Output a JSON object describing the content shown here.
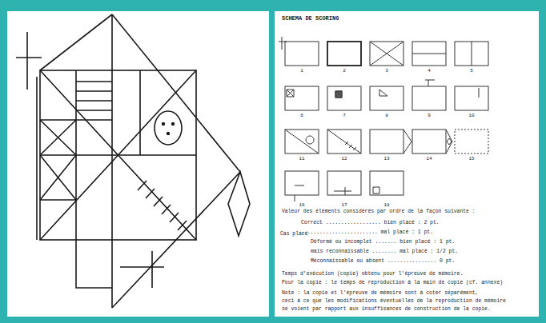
{
  "diagram": {
    "title": "SCHEMA DE SCORING",
    "labels": [
      "1",
      "2",
      "3",
      "4",
      "5",
      "6",
      "7",
      "8",
      "9",
      "10",
      "11",
      "12",
      "13",
      "14",
      "15",
      "16",
      "17",
      "18",
      "Valeur des éléments considérés par ordre de la façon suivante :",
      "Correct .................. bien placé : 2 pt.",
      "Cas placé",
      "......................... mal placé : 1 pt.",
      "Déformé ou incomplet ....... bien placé : 1 pt.",
      "mais reconnaissable ........ mal placé : 1/2 pt.",
      "Méconnaissable ou absent ................ 0 pt.",
      "Temps d'exécution (copie) obtenu pour l'épreuve de mémoire.",
      "Pour la copie : le temps de reproduction à la main de copie (cf. annexe)",
      "Note : la copie et l'épreuve de mémoire sont à coter séparément,",
      "ceci à ce que les modifications éventuelles de la reproduction de mémoire",
      "se voient par rapport aux insuffisances de construction de la copie."
    ]
  }
}
